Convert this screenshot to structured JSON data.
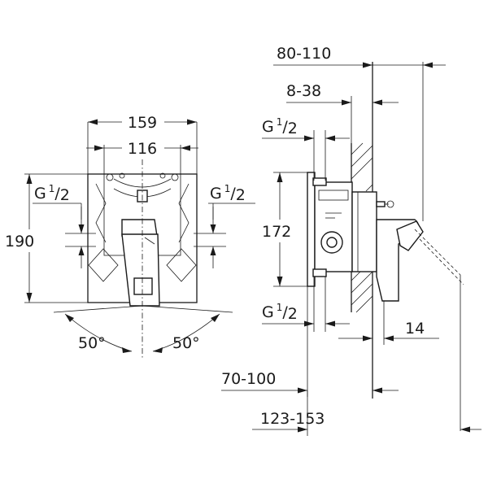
{
  "front_view": {
    "dim_overall_width": "159",
    "dim_inner_width": "116",
    "dim_height": "190",
    "thread_left": {
      "base": "G",
      "num": "1",
      "den": "2"
    },
    "thread_right": {
      "base": "G",
      "num": "1",
      "den": "2"
    },
    "angle_left": "50°",
    "angle_right": "50°"
  },
  "side_view": {
    "dim_depth_range": "80-110",
    "dim_wall_range": "8-38",
    "dim_height": "172",
    "thread_top": {
      "base": "G",
      "num": "1",
      "den": "2"
    },
    "thread_bottom": {
      "base": "G",
      "num": "1",
      "den": "2"
    },
    "dim_trim": "14",
    "dim_install_range": "70-100",
    "dim_total_range": "123-153"
  }
}
